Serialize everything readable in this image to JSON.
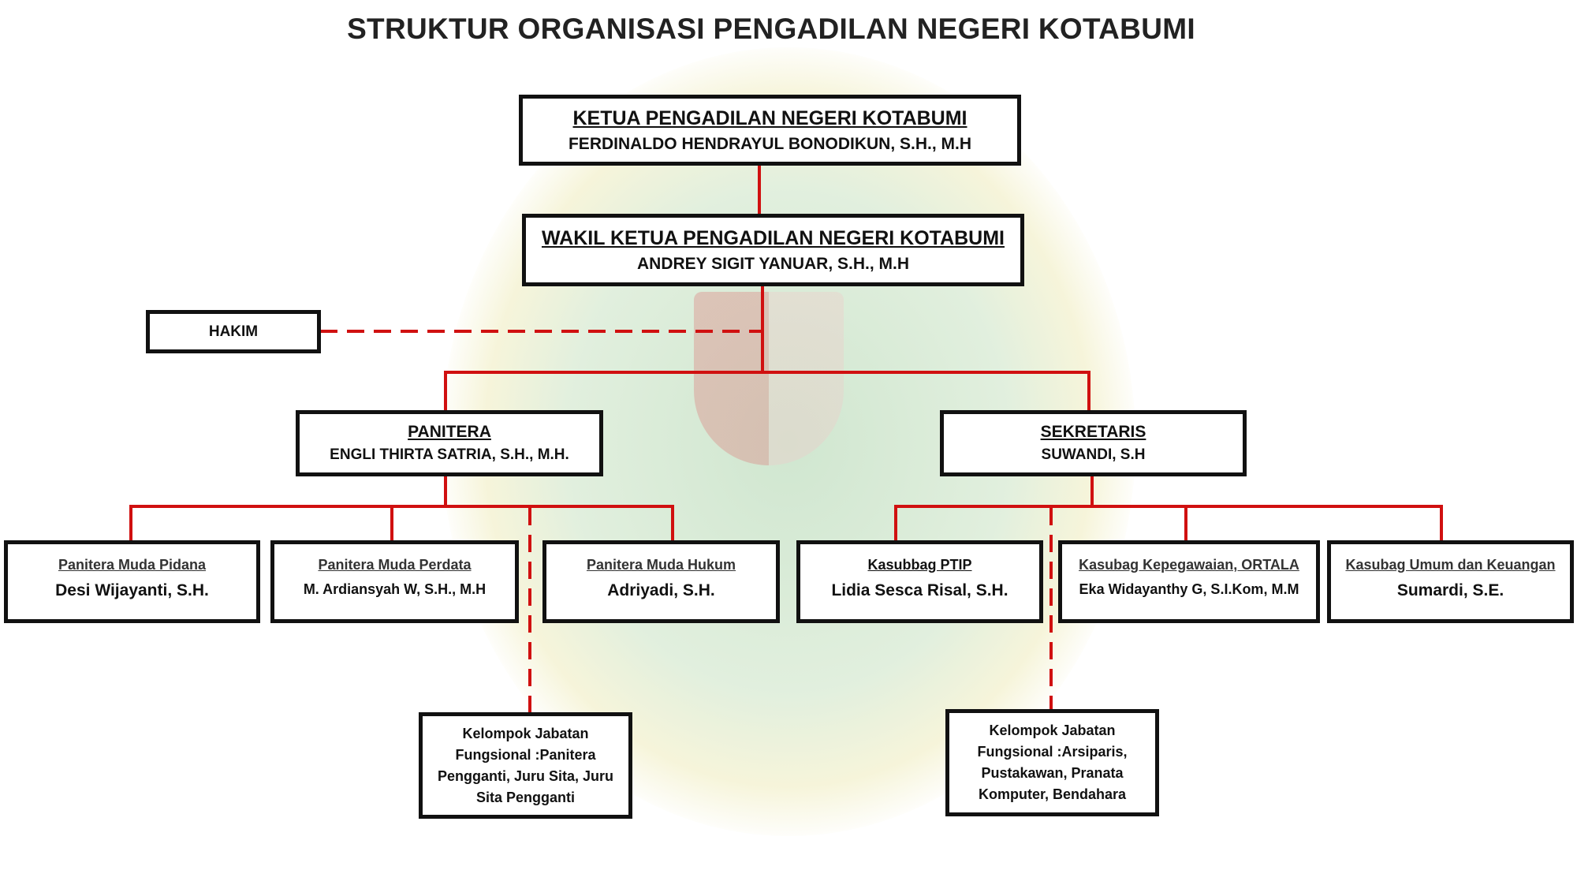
{
  "title": "STRUKTUR ORGANISASI PENGADILAN NEGERI KOTABUMI",
  "ketua": {
    "position": "KETUA PENGADILAN NEGERI KOTABUMI",
    "name": "FERDINALDO HENDRAYUL BONODIKUN, S.H., M.H"
  },
  "wakil": {
    "position": "WAKIL KETUA PENGADILAN NEGERI KOTABUMI",
    "name": "ANDREY SIGIT YANUAR, S.H., M.H"
  },
  "hakim": {
    "label": "HAKIM"
  },
  "panitera": {
    "position": "PANITERA",
    "name": "ENGLI THIRTA SATRIA, S.H., M.H."
  },
  "sekretaris": {
    "position": "SEKRETARIS",
    "name": "SUWANDI, S.H"
  },
  "units": [
    {
      "position": "Panitera Muda Pidana",
      "name": "Desi Wijayanti, S.H."
    },
    {
      "position": "Panitera Muda Perdata",
      "name": "M. Ardiansyah W, S.H., M.H"
    },
    {
      "position": "Panitera Muda Hukum",
      "name": "Adriyadi, S.H."
    },
    {
      "position": "Kasubbag PTIP",
      "name": "Lidia Sesca Risal, S.H."
    },
    {
      "position": "Kasubag Kepegawaian, ORTALA",
      "name": "Eka Widayanthy G, S.I.Kom, M.M"
    },
    {
      "position": "Kasubag Umum dan Keuangan",
      "name": "Sumardi, S.E."
    }
  ],
  "fungsional": [
    "Kelompok Jabatan Fungsional :Panitera Pengganti, Juru Sita, Juru Sita Pengganti",
    "Kelompok Jabatan Fungsional :Arsiparis, Pustakawan, Pranata Komputer, Bendahara"
  ],
  "colors": {
    "line": "#d01010",
    "border": "#111111"
  }
}
